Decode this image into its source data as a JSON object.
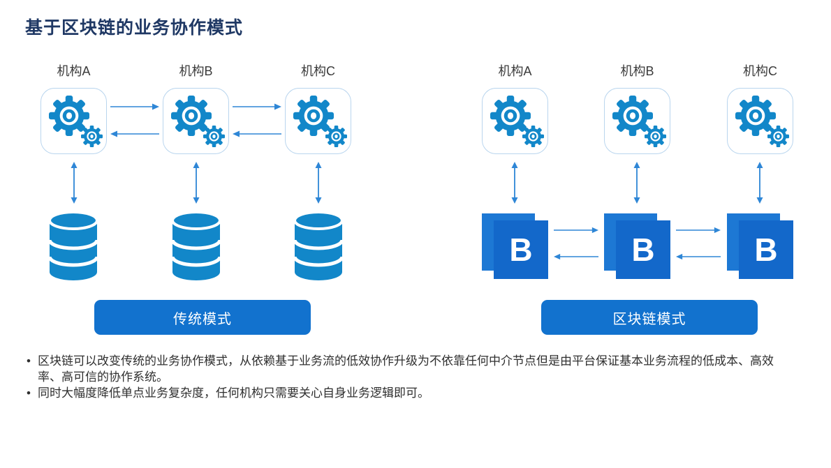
{
  "title": "基于区块链的业务协作模式",
  "colors": {
    "title_navy": "#1f3864",
    "icon_blue": "#1287c9",
    "arrow_blue": "#2e86d6",
    "box_border_blue": "#b9d5ee",
    "badge_blue": "#1272ce",
    "block_back_blue": "#1d78d4",
    "block_front_blue": "#1368ca",
    "body_text": "#2f2f2f"
  },
  "icons": {
    "organization": "gear-icon",
    "storage": "database-icon",
    "block": "blockchain-block-icon",
    "link": "bidirectional-arrow-icon"
  },
  "traditional": {
    "institutions": [
      "机构A",
      "机构B",
      "机构C"
    ],
    "mode_label": "传统模式"
  },
  "blockchain": {
    "institutions": [
      "机构A",
      "机构B",
      "机构C"
    ],
    "mode_label": "区块链模式",
    "block_letter": "B"
  },
  "notes": {
    "bullet_char": "•",
    "items": [
      "区块链可以改变传统的业务协作模式，从依赖基于业务流的低效协作升级为不依靠任何中介节点但是由平台保证基本业务流程的低成本、高效率、高可信的协作系统。",
      "同时大幅度降低单点业务复杂度，任何机构只需要关心自身业务逻辑即可。"
    ]
  }
}
